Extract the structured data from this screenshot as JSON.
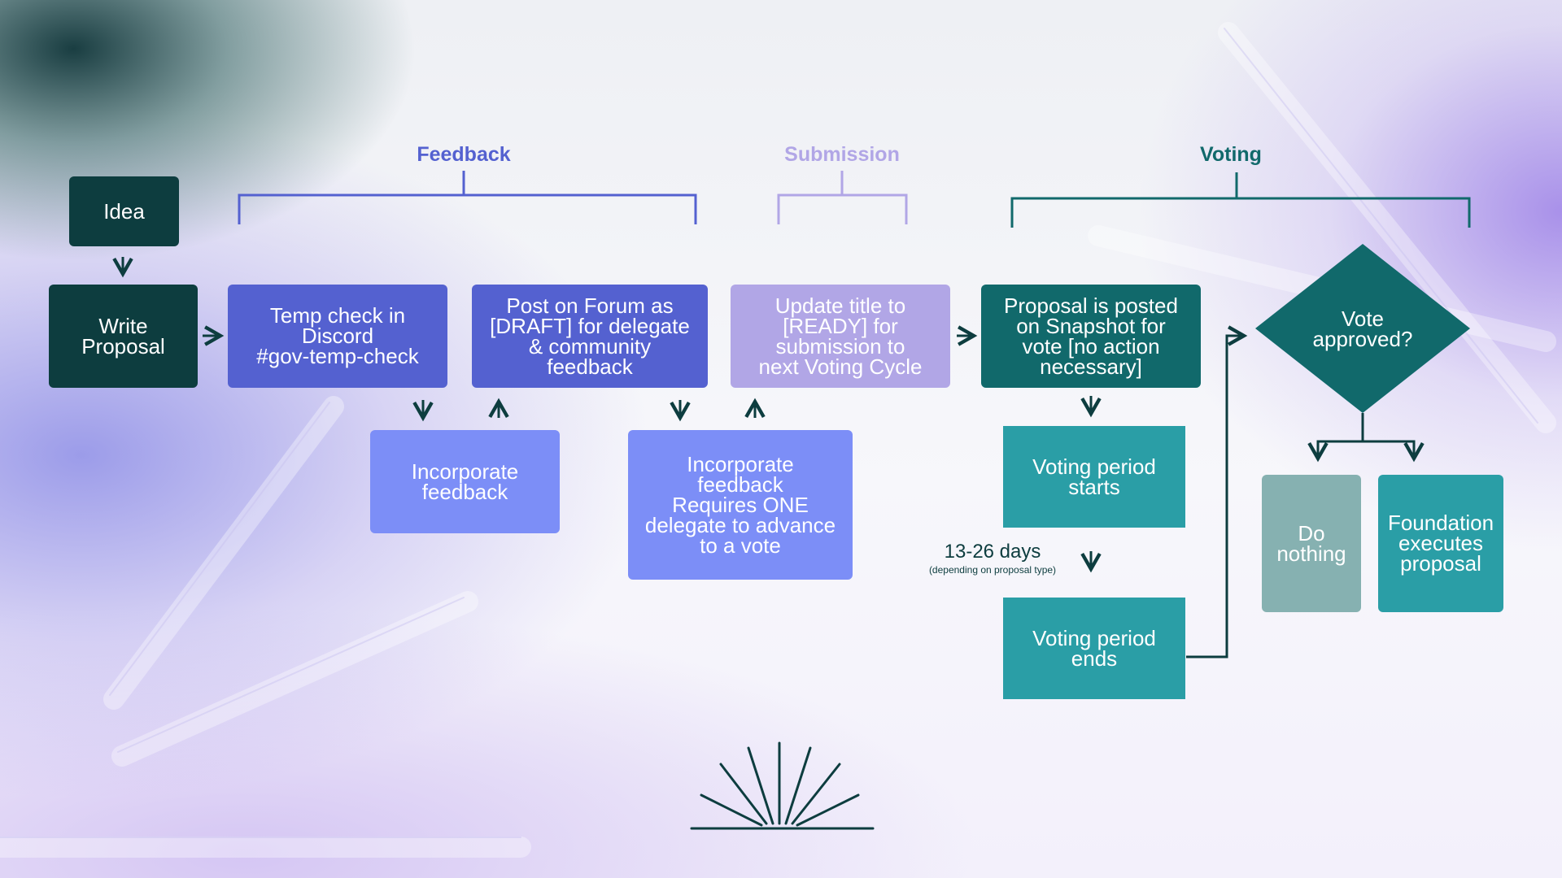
{
  "phases": {
    "feedback": "Feedback",
    "submission": "Submission",
    "voting": "Voting"
  },
  "nodes": {
    "idea": "Idea",
    "write_proposal": "Write\nProposal",
    "temp_check": "Temp check in\nDiscord\n#gov-temp-check",
    "post_forum": "Post on Forum as\n[DRAFT] for delegate\n& community\nfeedback",
    "update_title": "Update title to\n[READY] for\nsubmission to\nnext Voting Cycle",
    "snapshot": "Proposal is posted\non Snapshot for\nvote [no action\nnecessary]",
    "incorporate_1": "Incorporate\nfeedback",
    "incorporate_2": "Incorporate\nfeedback\nRequires ONE\ndelegate to advance\nto a vote",
    "voting_starts": "Voting period\nstarts",
    "voting_ends": "Voting period\nends",
    "vote_approved": "Vote\napproved?",
    "do_nothing": "Do\nnothing",
    "foundation_executes": "Foundation\nexecutes\nproposal"
  },
  "duration_note": {
    "main": "13-26 days",
    "sub": "(depending on proposal type)"
  },
  "colors": {
    "dark": "#0d3d3f",
    "feedback_blue": "#5461d0",
    "light_blue": "#7c8ef7",
    "lavender": "#b1a6e6",
    "teal_dark": "#11696b",
    "teal": "#2a9ea6",
    "grey_teal": "#86b1b1"
  },
  "icons": [
    "sunburst-logo-icon",
    "arrow-right-icon",
    "arrow-down-icon",
    "arrow-up-icon"
  ]
}
